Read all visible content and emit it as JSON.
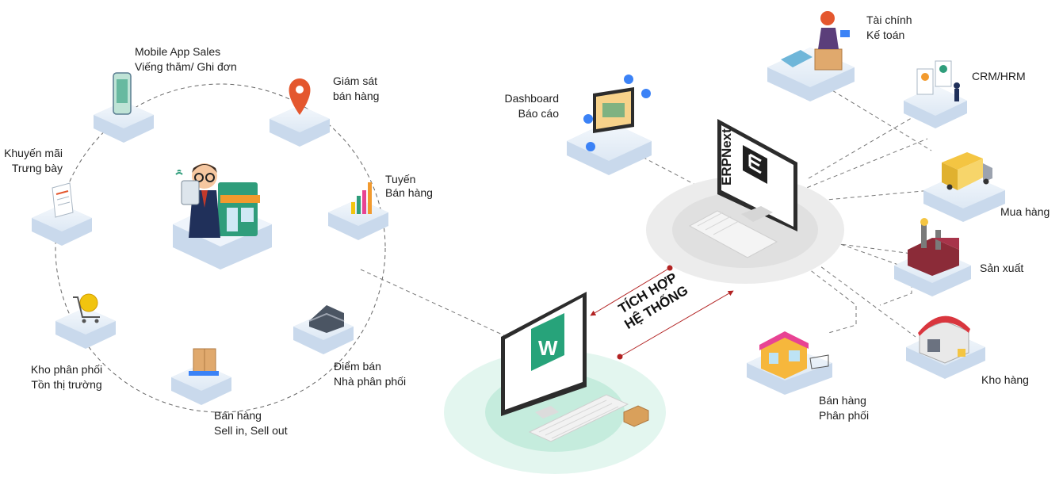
{
  "colors": {
    "accent_green": "#27a37a",
    "platform_blue": "#dfeaf6",
    "platform_side": "#b9cee6",
    "link_dashed": "#777777",
    "integration_red": "#b22222"
  },
  "left_cycle": {
    "mobile_app": {
      "line1": "Mobile App Sales",
      "line2": "Viếng thăm/ Ghi đơn",
      "icon": "smartphone-icon"
    },
    "monitoring": {
      "line1": "Giám sát",
      "line2": "bán hàng",
      "icon": "location-pin-icon"
    },
    "route": {
      "line1": "Tuyến",
      "line2": "Bán hàng",
      "icon": "bar-chart-icon"
    },
    "point_of_sale": {
      "line1": "Điểm bán",
      "line2": "Nhà phân phối",
      "icon": "warehouse-icon"
    },
    "sales": {
      "line1": "Bán hàng",
      "line2": "Sell in, Sell out",
      "icon": "pallet-truck-icon"
    },
    "distribution_warehouse": {
      "line1": "Kho phân phối",
      "line2": "Tồn thị trường",
      "icon": "shopping-cart-icon"
    },
    "promotion": {
      "line1": "Khuyến mãi",
      "line2": "Trưng bày",
      "icon": "document-icon"
    },
    "center": {
      "icon": "salesman-shop-icon"
    }
  },
  "integration": {
    "line1": "TÍCH HỢP",
    "line2": "HỆ THỐNG",
    "client_logo": "w-logo-icon",
    "erp_logo": "e-logo-icon",
    "erp_name": "ERPNext"
  },
  "right_modules": {
    "dashboard": {
      "line1": "Dashboard",
      "line2": "Báo cáo",
      "icon": "dashboard-screen-icon"
    },
    "finance": {
      "line1": "Tài chính",
      "line2": "Kế toán",
      "icon": "accountant-icon"
    },
    "crm": {
      "line1": "CRM/HRM",
      "icon": "profiles-icon"
    },
    "purchase": {
      "line1": "Mua hàng",
      "icon": "delivery-truck-icon"
    },
    "production": {
      "line1": "Sản xuất",
      "icon": "factory-icon"
    },
    "warehouse": {
      "line1": "Kho hàng",
      "icon": "storehouse-icon"
    },
    "sales_distribution": {
      "line1": "Bán hàng",
      "line2": "Phân phối",
      "icon": "storefront-icon"
    }
  }
}
